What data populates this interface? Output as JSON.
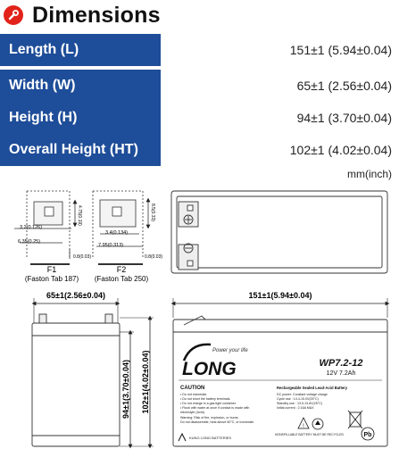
{
  "header": {
    "title": "Dimensions",
    "icon": "wrench-icon"
  },
  "dimensions": [
    {
      "label": "Length (L)",
      "value": "151±1 (5.94±0.04)"
    },
    {
      "label": "Width (W)",
      "value": "65±1 (2.56±0.04)"
    },
    {
      "label": "Height (H)",
      "value": "94±1 (3.70±0.04)"
    },
    {
      "label": "Overall Height (HT)",
      "value": "102±1 (4.02±0.04)"
    }
  ],
  "unit_note": "mm(inch)",
  "drawing": {
    "f1": {
      "title": "F1",
      "subtitle": "(Faston Tab 187)",
      "dims": [
        "3.2(0.126)",
        "6.35(0.25)",
        "4.75(0.19)",
        "0.8(0.03)"
      ]
    },
    "f2": {
      "title": "F2",
      "subtitle": "(Faston Tab 250)",
      "dims": [
        "3.4(0.134)",
        "7.95(0.313)",
        "8.5(0.33)",
        "0.8(0.03)"
      ]
    },
    "width_label": "65±1(2.56±0.04)",
    "length_label": "151±1(5.94±0.04)",
    "height_label": "94±1(3.70±0.04)",
    "overall_height_label": "102±1(4.02±0.04)"
  },
  "battery": {
    "brand": "LONG",
    "tagline": "Power your life",
    "model": "WP7.2-12",
    "spec": "12V 7.2Ah",
    "caution_title": "CAUTION",
    "caution_lines": [
      "• Do not incinerate.",
      "• Do not short the battery terminals.",
      "• Do not charge in a gas tight container.",
      "• Flush with water at once if contact is made with",
      "  electrolyte (Acid).",
      "Warning: Risk of fire, explosion, or burns.",
      "Do not disassemble, heat above 60°C, or incinerate."
    ],
    "recharge_title": "Rechargeable Sealed Lead-Acid Battery",
    "recharge_lines": [
      "DC power: Constant voltage charge",
      "Cycle use : 14.4-15.0V(25°C)",
      "Standby use : 13.5-13.8V(25°C)",
      "Initial current : 2.16A MAX"
    ],
    "footer_left": "KUNG LONG BATTERIES",
    "footer_right": "NONSPILLABLE  BATTERY MUST BE RECYCLED",
    "pb_label": "Pb"
  }
}
